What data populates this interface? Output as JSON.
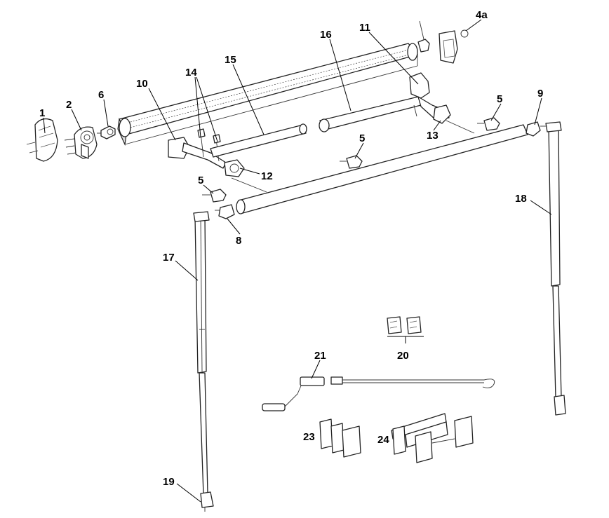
{
  "callouts": [
    {
      "id": "c1",
      "text": "1"
    },
    {
      "id": "c2",
      "text": "2"
    },
    {
      "id": "c6",
      "text": "6"
    },
    {
      "id": "c10",
      "text": "10"
    },
    {
      "id": "c14",
      "text": "14"
    },
    {
      "id": "c15",
      "text": "15"
    },
    {
      "id": "c16",
      "text": "16"
    },
    {
      "id": "c11",
      "text": "11"
    },
    {
      "id": "c4a",
      "text": "4a"
    },
    {
      "id": "c5a",
      "text": "5"
    },
    {
      "id": "c9",
      "text": "9"
    },
    {
      "id": "c13",
      "text": "13"
    },
    {
      "id": "c5b",
      "text": "5"
    },
    {
      "id": "c12",
      "text": "12"
    },
    {
      "id": "c5c",
      "text": "5"
    },
    {
      "id": "c8",
      "text": "8"
    },
    {
      "id": "c18",
      "text": "18"
    },
    {
      "id": "c17",
      "text": "17"
    },
    {
      "id": "c20",
      "text": "20"
    },
    {
      "id": "c21",
      "text": "21"
    },
    {
      "id": "c23",
      "text": "23"
    },
    {
      "id": "c24",
      "text": "24"
    },
    {
      "id": "c19",
      "text": "19"
    }
  ]
}
